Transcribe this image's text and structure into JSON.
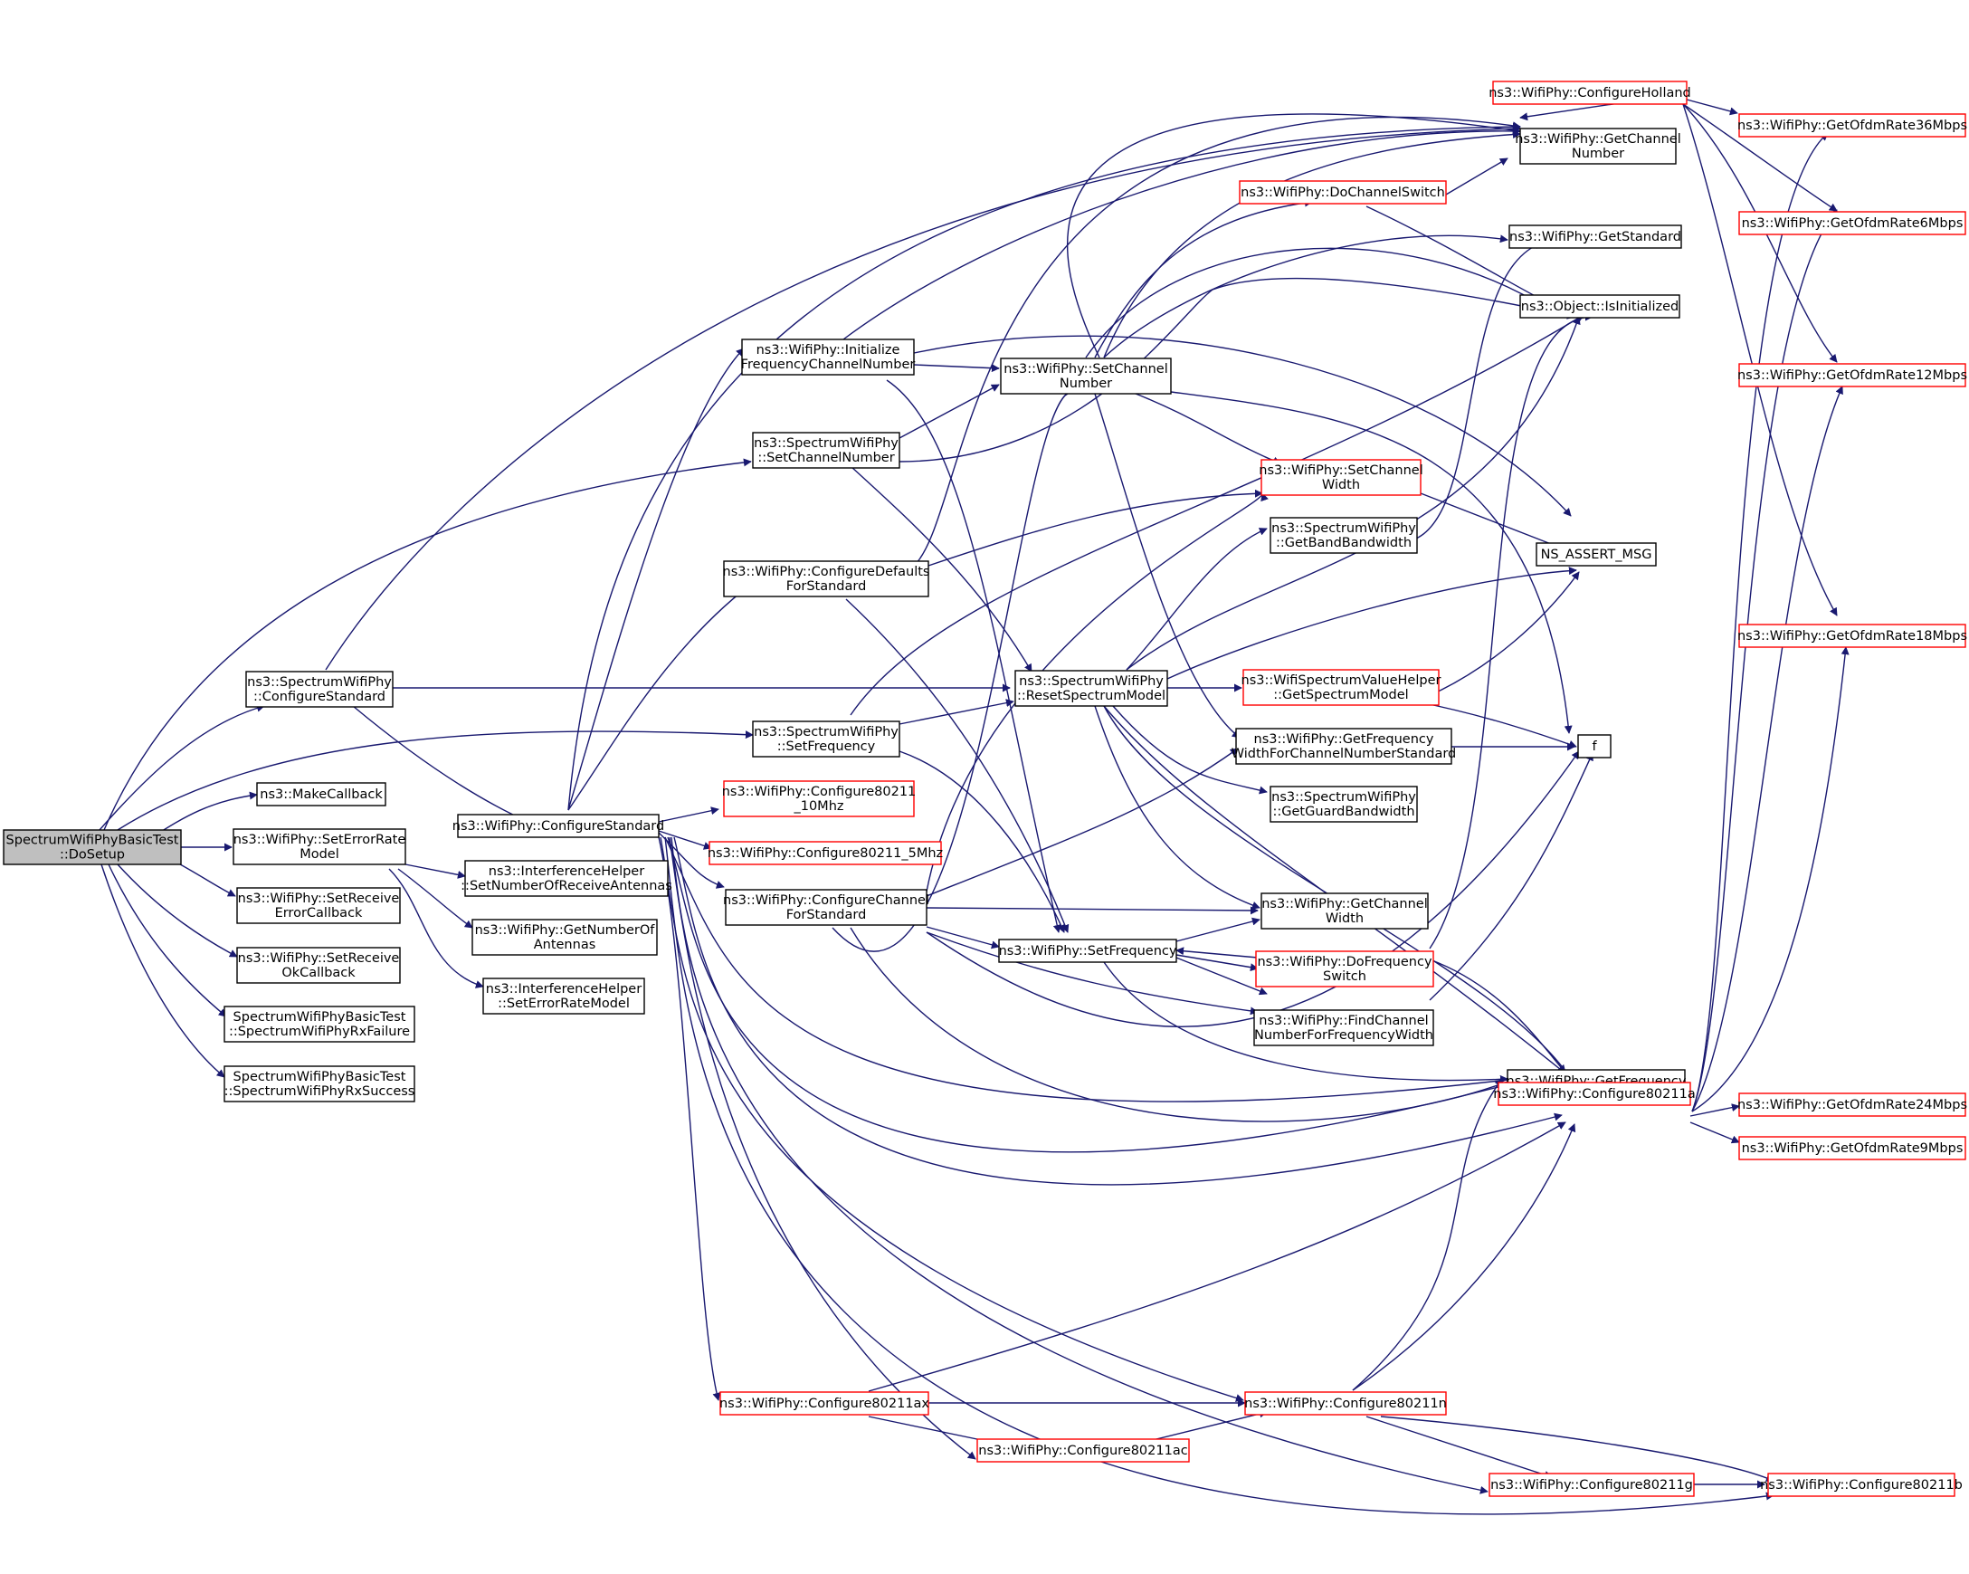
{
  "colors": {
    "edge": "#191970",
    "border_black": "#000000",
    "border_red": "#ff0000",
    "root_fill": "#bfbfbf",
    "fill": "#ffffff"
  },
  "nodes": [
    {
      "id": "root",
      "lines": [
        "SpectrumWifiPhyBasicTest",
        "::DoSetup"
      ],
      "style": "root"
    },
    {
      "id": "swp_cfgstd",
      "lines": [
        "ns3::SpectrumWifiPhy",
        "::ConfigureStandard"
      ],
      "style": "black"
    },
    {
      "id": "makecb",
      "lines": [
        "ns3::MakeCallback"
      ],
      "style": "black"
    },
    {
      "id": "seterr",
      "lines": [
        "ns3::WifiPhy::SetErrorRate",
        "Model"
      ],
      "style": "black"
    },
    {
      "id": "setrecerr",
      "lines": [
        "ns3::WifiPhy::SetReceive",
        "ErrorCallback"
      ],
      "style": "black"
    },
    {
      "id": "setrecok",
      "lines": [
        "ns3::WifiPhy::SetReceive",
        "OkCallback"
      ],
      "style": "black"
    },
    {
      "id": "rxfail",
      "lines": [
        "SpectrumWifiPhyBasicTest",
        "::SpectrumWifiPhyRxFailure"
      ],
      "style": "black"
    },
    {
      "id": "rxsucc",
      "lines": [
        "SpectrumWifiPhyBasicTest",
        "::SpectrumWifiPhyRxSuccess"
      ],
      "style": "black"
    },
    {
      "id": "wp_cfgstd",
      "lines": [
        "ns3::WifiPhy::ConfigureStandard"
      ],
      "style": "black"
    },
    {
      "id": "ih_setnum",
      "lines": [
        "ns3::InterferenceHelper",
        "::SetNumberOfReceiveAntennas"
      ],
      "style": "black"
    },
    {
      "id": "getnumant",
      "lines": [
        "ns3::WifiPhy::GetNumberOf",
        "Antennas"
      ],
      "style": "black"
    },
    {
      "id": "ih_seterr",
      "lines": [
        "ns3::InterferenceHelper",
        "::SetErrorRateModel"
      ],
      "style": "black"
    },
    {
      "id": "initfreq",
      "lines": [
        "ns3::WifiPhy::Initialize",
        "FrequencyChannelNumber"
      ],
      "style": "black"
    },
    {
      "id": "swp_setch",
      "lines": [
        "ns3::SpectrumWifiPhy",
        "::SetChannelNumber"
      ],
      "style": "black"
    },
    {
      "id": "cfgdef",
      "lines": [
        "ns3::WifiPhy::ConfigureDefaults",
        "ForStandard"
      ],
      "style": "black"
    },
    {
      "id": "swp_setfreq",
      "lines": [
        "ns3::SpectrumWifiPhy",
        "::SetFrequency"
      ],
      "style": "black"
    },
    {
      "id": "c10",
      "lines": [
        "ns3::WifiPhy::Configure80211",
        "_10Mhz"
      ],
      "style": "red"
    },
    {
      "id": "c5",
      "lines": [
        "ns3::WifiPhy::Configure80211_5Mhz"
      ],
      "style": "red"
    },
    {
      "id": "cfgchan",
      "lines": [
        "ns3::WifiPhy::ConfigureChannel",
        "ForStandard"
      ],
      "style": "black"
    },
    {
      "id": "cax",
      "lines": [
        "ns3::WifiPhy::Configure80211ax"
      ],
      "style": "red"
    },
    {
      "id": "cac",
      "lines": [
        "ns3::WifiPhy::Configure80211ac"
      ],
      "style": "red"
    },
    {
      "id": "wp_setch",
      "lines": [
        "ns3::WifiPhy::SetChannel",
        "Number"
      ],
      "style": "black"
    },
    {
      "id": "resetsm",
      "lines": [
        "ns3::SpectrumWifiPhy",
        "::ResetSpectrumModel"
      ],
      "style": "black"
    },
    {
      "id": "wp_setfreq",
      "lines": [
        "ns3::WifiPhy::SetFrequency"
      ],
      "style": "black"
    },
    {
      "id": "dochsw",
      "lines": [
        "ns3::WifiPhy::DoChannelSwitch"
      ],
      "style": "red"
    },
    {
      "id": "setchw",
      "lines": [
        "ns3::WifiPhy::SetChannel",
        "Width"
      ],
      "style": "red"
    },
    {
      "id": "getband",
      "lines": [
        "ns3::SpectrumWifiPhy",
        "::GetBandBandwidth"
      ],
      "style": "black"
    },
    {
      "id": "wsvh",
      "lines": [
        "ns3::WifiSpectrumValueHelper",
        "::GetSpectrumModel"
      ],
      "style": "red"
    },
    {
      "id": "getfw",
      "lines": [
        "ns3::WifiPhy::GetFrequency",
        "WidthForChannelNumberStandard"
      ],
      "style": "black"
    },
    {
      "id": "getguard",
      "lines": [
        "ns3::SpectrumWifiPhy",
        "::GetGuardBandwidth"
      ],
      "style": "black"
    },
    {
      "id": "getchw",
      "lines": [
        "ns3::WifiPhy::GetChannel",
        "Width"
      ],
      "style": "black"
    },
    {
      "id": "dofreqsw",
      "lines": [
        "ns3::WifiPhy::DoFrequency",
        "Switch"
      ],
      "style": "red"
    },
    {
      "id": "findch",
      "lines": [
        "ns3::WifiPhy::FindChannel",
        "NumberForFrequencyWidth"
      ],
      "style": "black"
    },
    {
      "id": "cn",
      "lines": [
        "ns3::WifiPhy::Configure80211n"
      ],
      "style": "red"
    },
    {
      "id": "cholland",
      "lines": [
        "ns3::WifiPhy::ConfigureHolland"
      ],
      "style": "red"
    },
    {
      "id": "getchnum",
      "lines": [
        "ns3::WifiPhy::GetChannel",
        "Number"
      ],
      "style": "black"
    },
    {
      "id": "getstd",
      "lines": [
        "ns3::WifiPhy::GetStandard"
      ],
      "style": "black"
    },
    {
      "id": "isinit",
      "lines": [
        "ns3::Object::IsInitialized"
      ],
      "style": "black"
    },
    {
      "id": "nsassert",
      "lines": [
        "NS_ASSERT_MSG"
      ],
      "style": "black"
    },
    {
      "id": "f",
      "lines": [
        "f"
      ],
      "style": "black"
    },
    {
      "id": "getfreq",
      "lines": [
        "ns3::WifiPhy::GetFrequency"
      ],
      "style": "black"
    },
    {
      "id": "ca",
      "lines": [
        "ns3::WifiPhy::Configure80211a"
      ],
      "style": "red"
    },
    {
      "id": "cg",
      "lines": [
        "ns3::WifiPhy::Configure80211g"
      ],
      "style": "red"
    },
    {
      "id": "cb",
      "lines": [
        "ns3::WifiPhy::Configure80211b"
      ],
      "style": "red"
    },
    {
      "id": "r36",
      "lines": [
        "ns3::WifiPhy::GetOfdmRate36Mbps"
      ],
      "style": "red"
    },
    {
      "id": "r6",
      "lines": [
        "ns3::WifiPhy::GetOfdmRate6Mbps"
      ],
      "style": "red"
    },
    {
      "id": "r12",
      "lines": [
        "ns3::WifiPhy::GetOfdmRate12Mbps"
      ],
      "style": "red"
    },
    {
      "id": "r18",
      "lines": [
        "ns3::WifiPhy::GetOfdmRate18Mbps"
      ],
      "style": "red"
    },
    {
      "id": "r24",
      "lines": [
        "ns3::WifiPhy::GetOfdmRate24Mbps"
      ],
      "style": "red"
    },
    {
      "id": "r9",
      "lines": [
        "ns3::WifiPhy::GetOfdmRate9Mbps"
      ],
      "style": "red"
    }
  ]
}
